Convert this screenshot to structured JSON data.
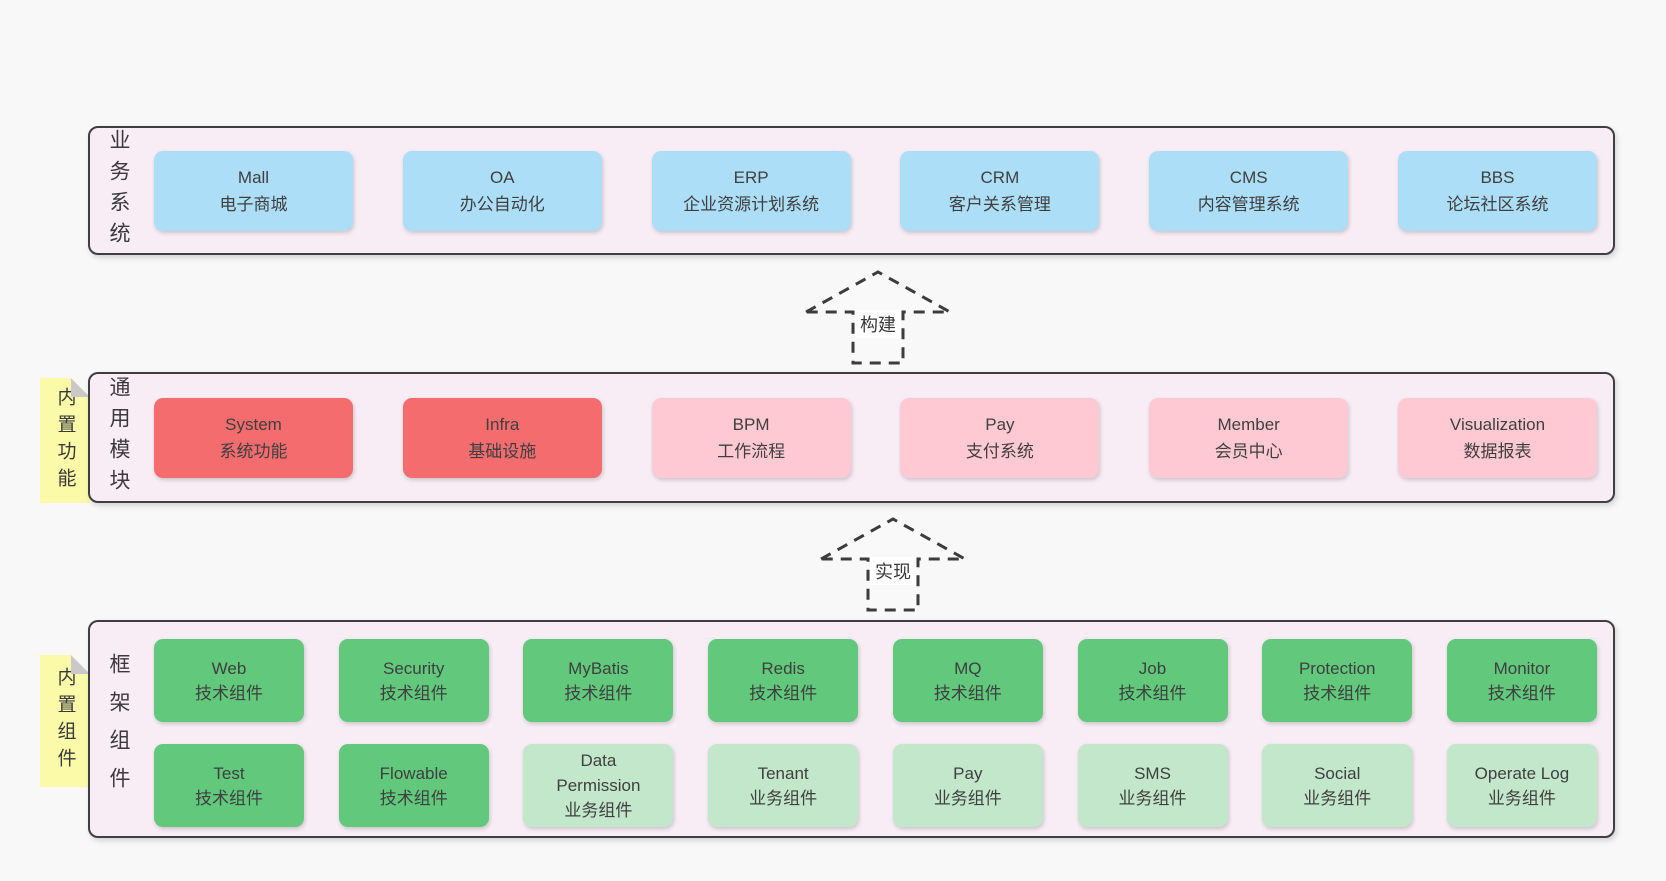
{
  "colors": {
    "page_bg": "#f8f8f8",
    "band_bg": "#f8edf5",
    "band_border": "#3f3f3f",
    "blue": "#addef8",
    "red": "#f56c6e",
    "pink": "#ffc9d4",
    "green": "#61c87c",
    "green_light": "#c2e7cb",
    "tag_yellow": "#fafaa8",
    "fold_gray": "#c9c9c9",
    "text": "#3f3f3f"
  },
  "bands": [
    {
      "label": "业务系统",
      "boxes": [
        {
          "en": "Mall",
          "zh": "电子商城"
        },
        {
          "en": "OA",
          "zh": "办公自动化"
        },
        {
          "en": "ERP",
          "zh": "企业资源计划系统"
        },
        {
          "en": "CRM",
          "zh": "客户关系管理"
        },
        {
          "en": "CMS",
          "zh": "内容管理系统"
        },
        {
          "en": "BBS",
          "zh": "论坛社区系统"
        }
      ]
    },
    {
      "label": "通用模块",
      "tag": "内置功能",
      "boxes": [
        {
          "en": "System",
          "zh": "系统功能"
        },
        {
          "en": "Infra",
          "zh": "基础设施"
        },
        {
          "en": "BPM",
          "zh": "工作流程"
        },
        {
          "en": "Pay",
          "zh": "支付系统"
        },
        {
          "en": "Member",
          "zh": "会员中心"
        },
        {
          "en": "Visualization",
          "zh": "数据报表"
        }
      ]
    },
    {
      "label": "框架组件",
      "tag": "内置组件",
      "rows": [
        [
          {
            "en": "Web",
            "zh": "技术组件"
          },
          {
            "en": "Security",
            "zh": "技术组件"
          },
          {
            "en": "MyBatis",
            "zh": "技术组件"
          },
          {
            "en": "Redis",
            "zh": "技术组件"
          },
          {
            "en": "MQ",
            "zh": "技术组件"
          },
          {
            "en": "Job",
            "zh": "技术组件"
          },
          {
            "en": "Protection",
            "zh": "技术组件"
          },
          {
            "en": "Monitor",
            "zh": "技术组件"
          }
        ],
        [
          {
            "en": "Test",
            "zh": "技术组件"
          },
          {
            "en": "Flowable",
            "zh": "技术组件"
          },
          {
            "en": "Data\nPermission",
            "zh": "业务组件"
          },
          {
            "en": "Tenant",
            "zh": "业务组件"
          },
          {
            "en": "Pay",
            "zh": "业务组件"
          },
          {
            "en": "SMS",
            "zh": "业务组件"
          },
          {
            "en": "Social",
            "zh": "业务组件"
          },
          {
            "en": "Operate Log",
            "zh": "业务组件"
          }
        ]
      ]
    }
  ],
  "arrows": [
    {
      "label": "构建"
    },
    {
      "label": "实现"
    }
  ]
}
